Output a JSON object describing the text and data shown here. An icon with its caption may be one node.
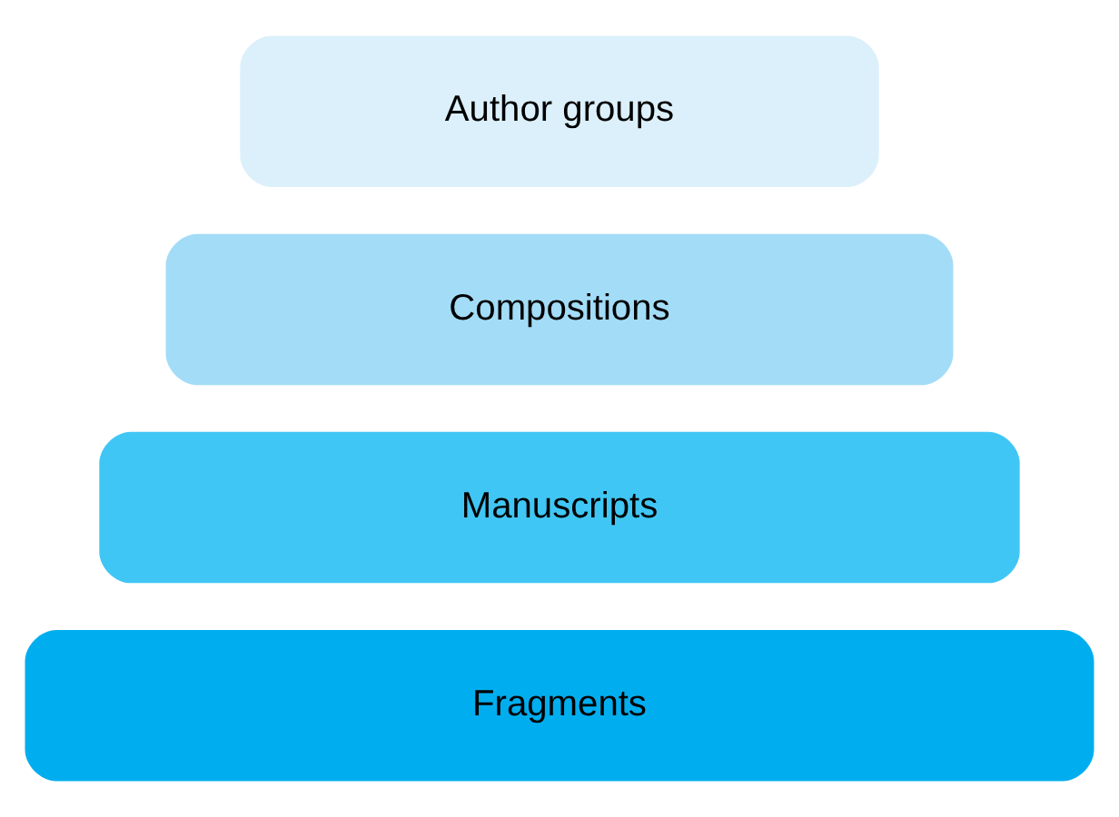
{
  "diagram": {
    "nodes": [
      {
        "text": [
          "Author groups"
        ]
      },
      {
        "text": [
          "Compositions"
        ]
      },
      {
        "text": [
          "Manuscripts"
        ]
      },
      {
        "text": [
          "Fragments"
        ]
      }
    ],
    "edges": []
  }
}
